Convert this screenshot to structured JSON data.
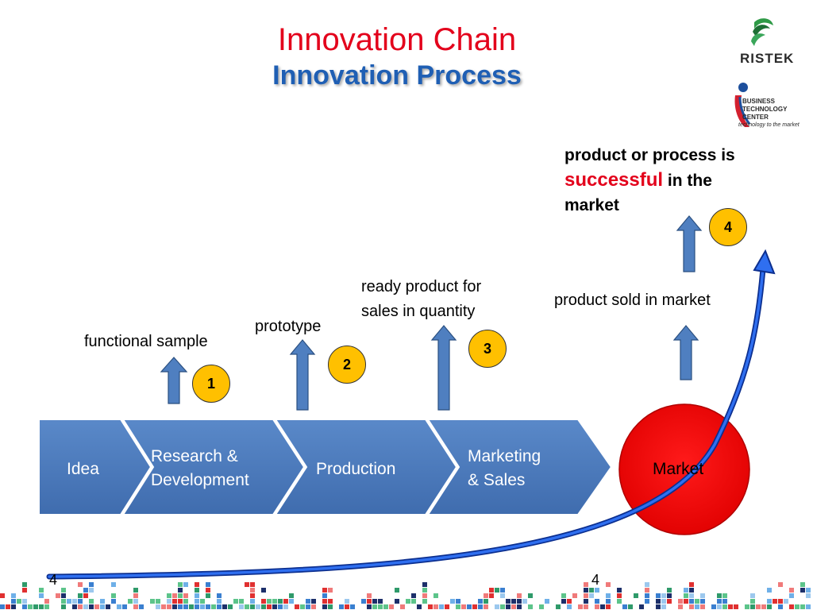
{
  "header": {
    "title": "Innovation Chain",
    "subtitle": "Innovation Process"
  },
  "logos": {
    "ristek": "RISTEK",
    "btc_line1": "BUSINESS",
    "btc_line2": "TECHNOLOGY",
    "btc_line3": "CENTER",
    "btc_tagline": "technology to the market"
  },
  "chain": {
    "stages": [
      {
        "label": "Idea"
      },
      {
        "label_line1": "Research &",
        "label_line2": "Development"
      },
      {
        "label": "Production"
      },
      {
        "label_line1": "Marketing",
        "label_line2": "& Sales"
      }
    ],
    "market_label": "Market"
  },
  "milestones": [
    {
      "number": "1",
      "text": "functional sample"
    },
    {
      "number": "2",
      "text": "prototype"
    },
    {
      "number": "3",
      "text_line1": "ready product for",
      "text_line2": "sales in quantity"
    },
    {
      "number": "4"
    }
  ],
  "market_note": "product sold in market",
  "success_note": {
    "part1": "product or process is",
    "highlight": "successful",
    "part2": "in the",
    "part3": "market"
  },
  "footer": {
    "page_left": "4",
    "page_right": "4"
  },
  "colors": {
    "title_red": "#e3001b",
    "subtitle_blue": "#1f5fb4",
    "chevron_blue": "#4f7fc0",
    "market_red": "#ff0000",
    "badge_yellow": "#ffc000",
    "curve_blue": "#1a4fd6"
  }
}
